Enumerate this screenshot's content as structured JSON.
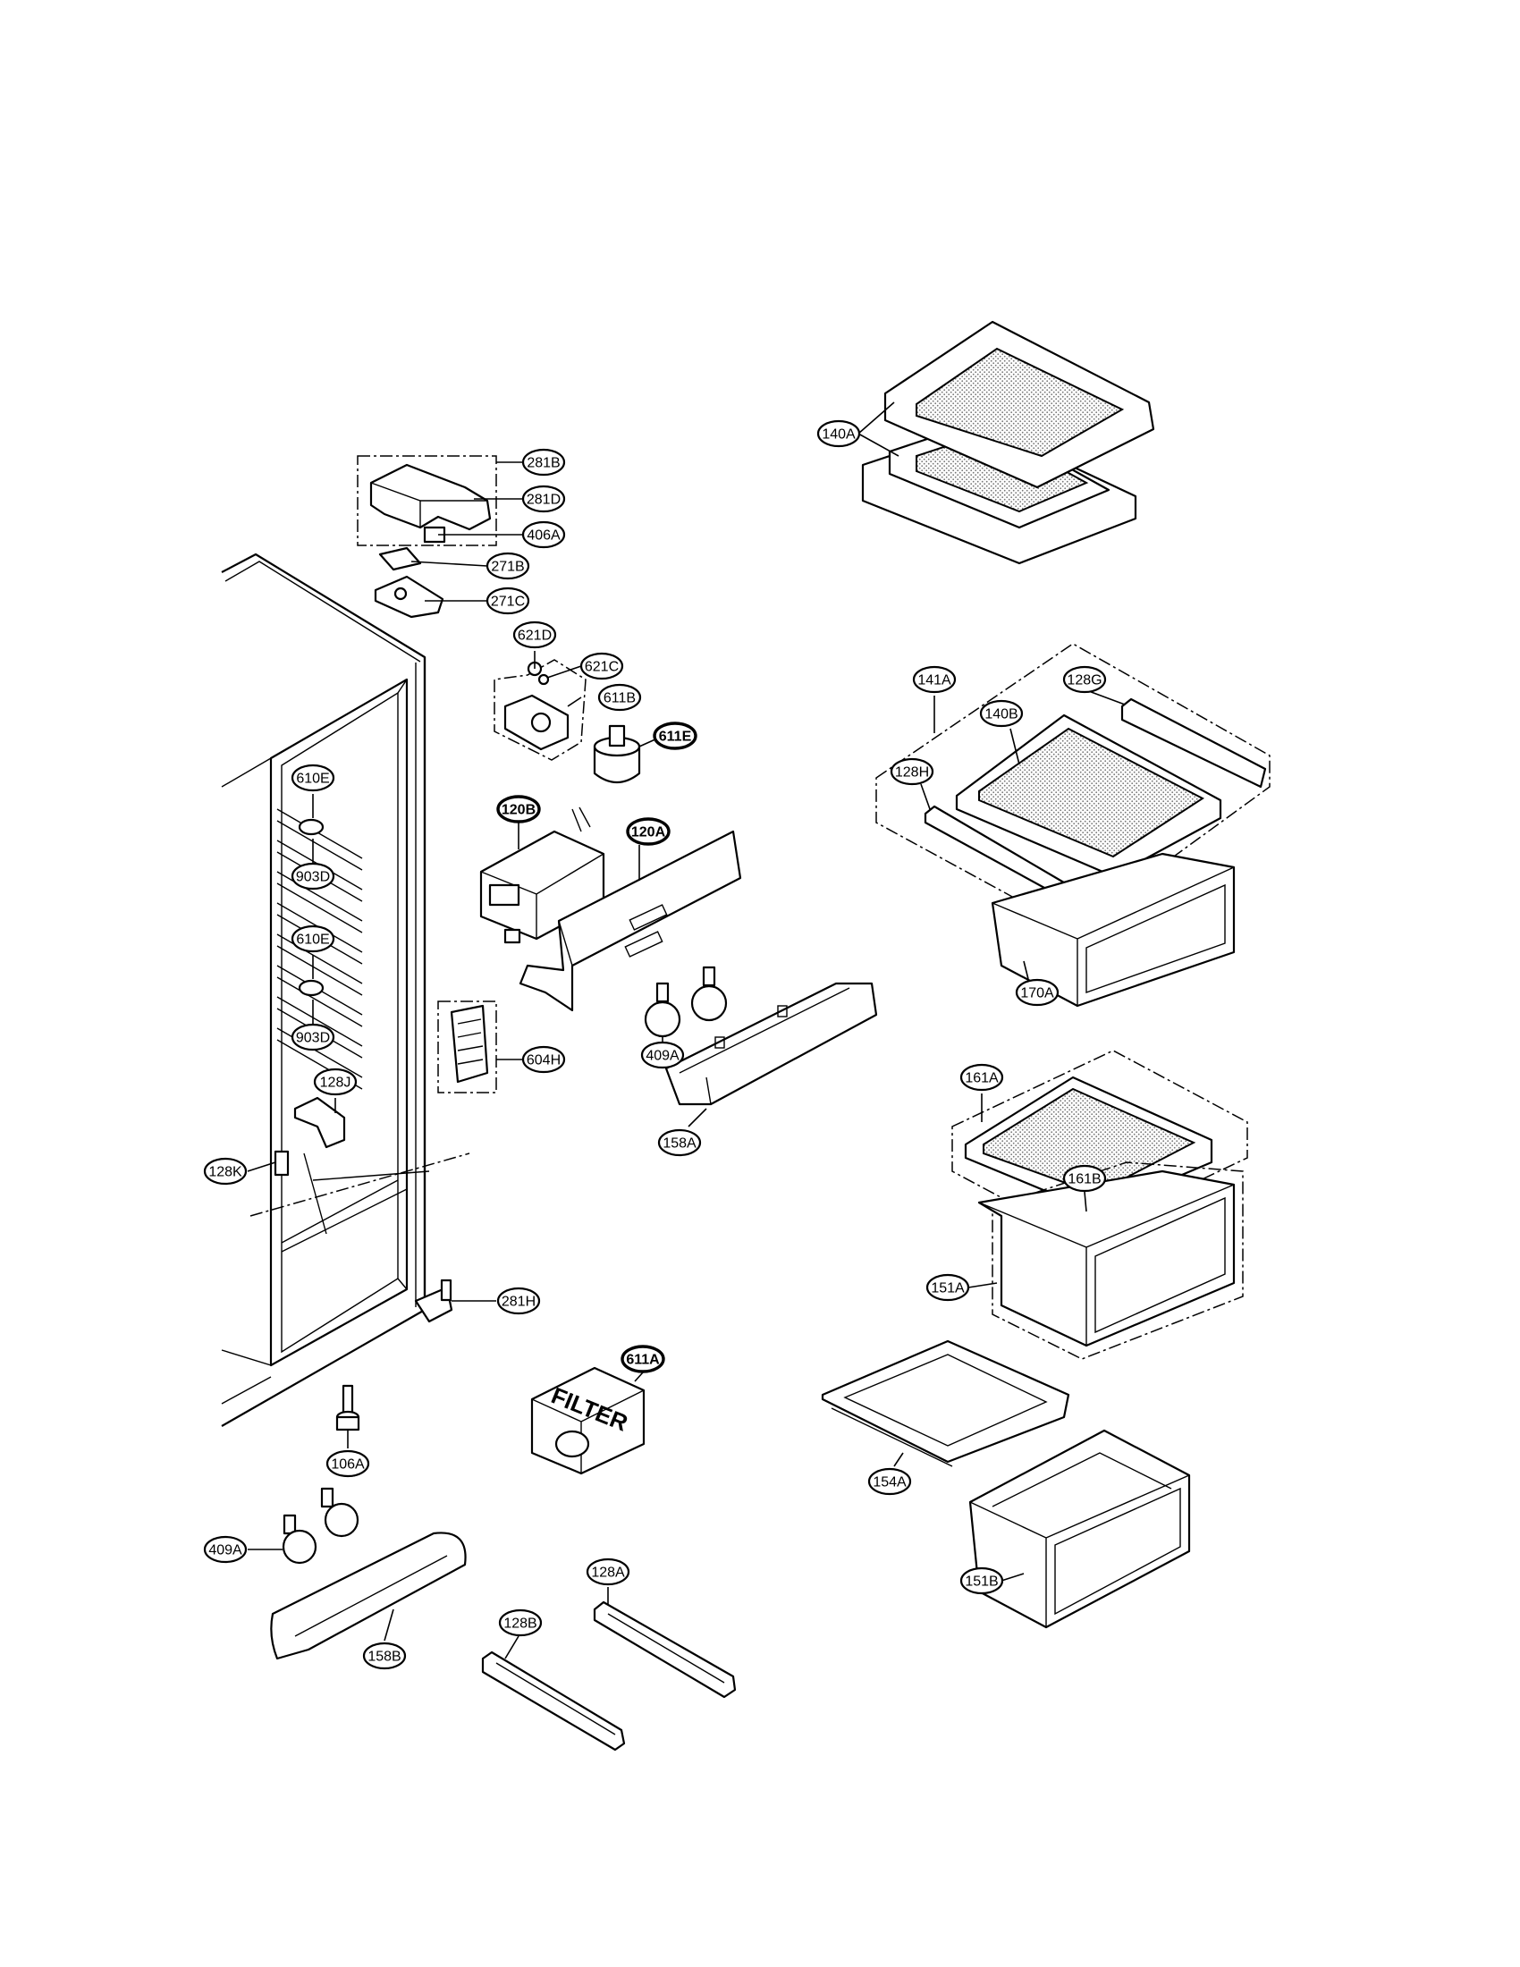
{
  "labels": [
    {
      "id": "140A",
      "text": "140A"
    },
    {
      "id": "281B",
      "text": "281B"
    },
    {
      "id": "281D",
      "text": "281D"
    },
    {
      "id": "406A",
      "text": "406A"
    },
    {
      "id": "271B",
      "text": "271B"
    },
    {
      "id": "271C",
      "text": "271C"
    },
    {
      "id": "621D",
      "text": "621D"
    },
    {
      "id": "621C",
      "text": "621C"
    },
    {
      "id": "611B",
      "text": "611B"
    },
    {
      "id": "611E",
      "text": "611E"
    },
    {
      "id": "141A",
      "text": "141A"
    },
    {
      "id": "128G",
      "text": "128G"
    },
    {
      "id": "140B",
      "text": "140B"
    },
    {
      "id": "128H",
      "text": "128H"
    },
    {
      "id": "170A",
      "text": "170A"
    },
    {
      "id": "610E_1",
      "text": "610E"
    },
    {
      "id": "903D_1",
      "text": "903D"
    },
    {
      "id": "610E_2",
      "text": "610E"
    },
    {
      "id": "903D_2",
      "text": "903D"
    },
    {
      "id": "120B",
      "text": "120B"
    },
    {
      "id": "120A",
      "text": "120A"
    },
    {
      "id": "409A_1",
      "text": "409A"
    },
    {
      "id": "604H",
      "text": "604H"
    },
    {
      "id": "158A",
      "text": "158A"
    },
    {
      "id": "128J",
      "text": "128J"
    },
    {
      "id": "128K",
      "text": "128K"
    },
    {
      "id": "161A",
      "text": "161A"
    },
    {
      "id": "161B",
      "text": "161B"
    },
    {
      "id": "151A",
      "text": "151A"
    },
    {
      "id": "281H",
      "text": "281H"
    },
    {
      "id": "611A",
      "text": "611A"
    },
    {
      "id": "106A",
      "text": "106A"
    },
    {
      "id": "154A",
      "text": "154A"
    },
    {
      "id": "151B",
      "text": "151B"
    },
    {
      "id": "409A_2",
      "text": "409A"
    },
    {
      "id": "128A",
      "text": "128A"
    },
    {
      "id": "128B",
      "text": "128B"
    },
    {
      "id": "158B",
      "text": "158B"
    }
  ],
  "filter_box_text": "FILTER"
}
